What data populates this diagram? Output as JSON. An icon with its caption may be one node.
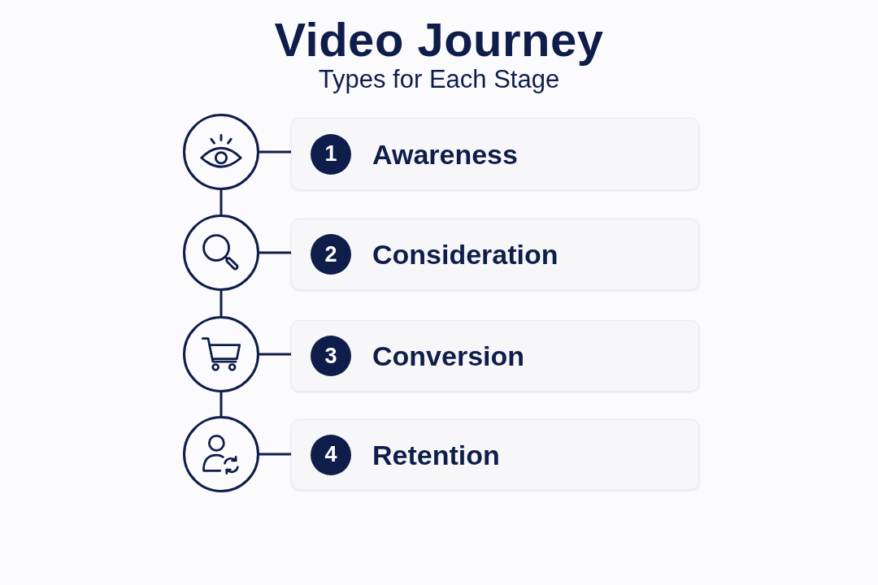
{
  "diagram": {
    "title": "Video Journey",
    "nodes": [
      {
        "text": [],
        "shape": "circle"
      },
      {
        "text": [
          "Awareness"
        ]
      },
      {
        "text": [
          "1"
        ],
        "in": 1
      },
      {
        "text": [],
        "shape": "circle"
      },
      {
        "text": [
          "Consideration"
        ]
      },
      {
        "text": [
          "2"
        ],
        "in": 4
      },
      {
        "text": [],
        "shape": "circle"
      },
      {
        "text": [
          "Conversion"
        ]
      },
      {
        "text": [
          "3"
        ],
        "in": 7
      },
      {
        "text": [],
        "shape": "circle"
      },
      {
        "text": [
          "Retention"
        ]
      },
      {
        "text": [
          "4"
        ],
        "in": 10
      }
    ],
    "edges": [
      {
        "from": 0,
        "to": 1,
        "arrow": "none"
      },
      {
        "from": 0,
        "to": 3,
        "arrow": "none"
      },
      {
        "from": 3,
        "to": 4,
        "arrow": "none"
      },
      {
        "from": 3,
        "to": 6,
        "arrow": "none"
      },
      {
        "from": 6,
        "to": 7,
        "arrow": "none"
      },
      {
        "from": 6,
        "to": 9,
        "arrow": "none"
      },
      {
        "from": 9,
        "to": 10,
        "arrow": "none"
      }
    ],
    "labels": [
      "Types for Each Stage"
    ]
  }
}
